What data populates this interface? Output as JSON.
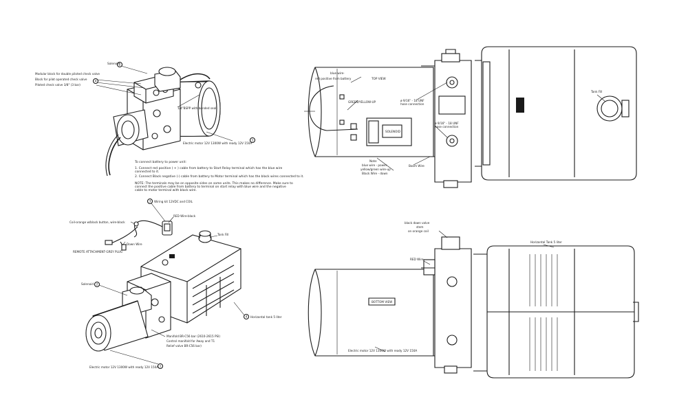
{
  "top_left": {
    "solenoid": "Solenoid",
    "modular_block": "Modular block for double piloted check valve",
    "pilot_block": "Block for pilot operated check valve",
    "check_valve": "Piloted check valve 3/8\" (3 bar)",
    "hose_fitting": "1/4\"BSPP with bonded seal",
    "motor": "Electric motor 12V 1300W with ready 12V 150A",
    "num_solenoid": "2",
    "num_block": "4",
    "num_motor": "1"
  },
  "notes": {
    "heading": "To connect battery to power unit:",
    "line1": "1. Connect red positive ( + ) cable from battery to Start Relay terminal which has the blue wire",
    "line1b": "connected to it.",
    "line2": "2. Connect Black negative (-) cable from battery to Motor terminal which has the black wires connected to it.",
    "note1": "NOTE: The terminals may be on opposite sides on some units. This makes no difference. Make sure to",
    "note2": "connect the positive cable from battery to terminal on start relay with blue wire and the negative",
    "note3": "cable to motor terminal with black wire."
  },
  "top_right": {
    "blue_wire": "blue wire-",
    "red_positive": "red positive from battery",
    "top_view_tag": "TOP VIEW",
    "green_yellow": "GREEN/YELLOW-UP",
    "solenoid_tag": "SOLENOID",
    "port1": "ø 9/16\" - 18 UNF",
    "port1b": "hose connection",
    "port2": "ø 9/16\" - 18 UNF",
    "port2b": "hose connection",
    "note_title": "Note:",
    "note_line1": "blue wire - power",
    "note_line2": "yellow/green wire-up",
    "note_line3": "Black Wire - down",
    "boom_wire": "Boom Wire",
    "tank_fill": "Tank Fill"
  },
  "bottom_left": {
    "wiring_kit": "Wiring kit 12VDC and COIL",
    "coil_wire": "Coil-orange w/black button, wire-black",
    "red_wire": "RED Wire-black",
    "down_wire": "Down Wire",
    "remote": "REMOTE ATTACHMENT-GREY PLUG",
    "tank_fill": "Tank Fill",
    "solenoid": "Solenoid",
    "tank": "Horizontal tank 5 liter",
    "manifold": "Manifold BR-C56 bar (2610-2615 PSI)",
    "control_manifold": "Control manifold for Away and T1",
    "relief": "Relief valve BR-C56 bar)",
    "motor": "Electric motor 12V 1300W with ready 12V 150A",
    "num_kit": "3",
    "num_solenoid": "2",
    "num_tank": "4",
    "num_motor": "1"
  },
  "bottom_right": {
    "down_valve": "black down valve",
    "stem": "stem",
    "orange_coil": "on orange coil",
    "red_wire": "RED Wire",
    "tank": "Horizontal Tank 5 liter",
    "bottom_view_tag": "BOTTOM VIEW",
    "motor": "Electric motor 12V 1300W with ready 12V 150A"
  }
}
